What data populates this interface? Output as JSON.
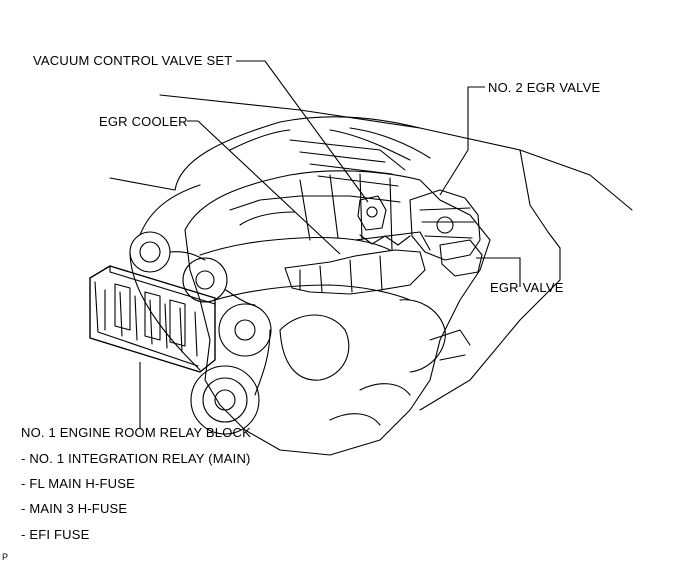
{
  "labels": {
    "vacuum_control_valve_set": "VACUUM CONTROL VALVE SET",
    "no2_egr_valve": "NO. 2 EGR VALVE",
    "egr_cooler": "EGR COOLER",
    "egr_valve": "EGR VALVE",
    "relay_block_title": "NO. 1 ENGINE ROOM RELAY BLOCK",
    "relay_block_items": [
      "- NO. 1 INTEGRATION RELAY (MAIN)",
      "- FL MAIN H-FUSE",
      "- MAIN 3 H-FUSE",
      "- EFI FUSE"
    ]
  },
  "figure_code": "P"
}
